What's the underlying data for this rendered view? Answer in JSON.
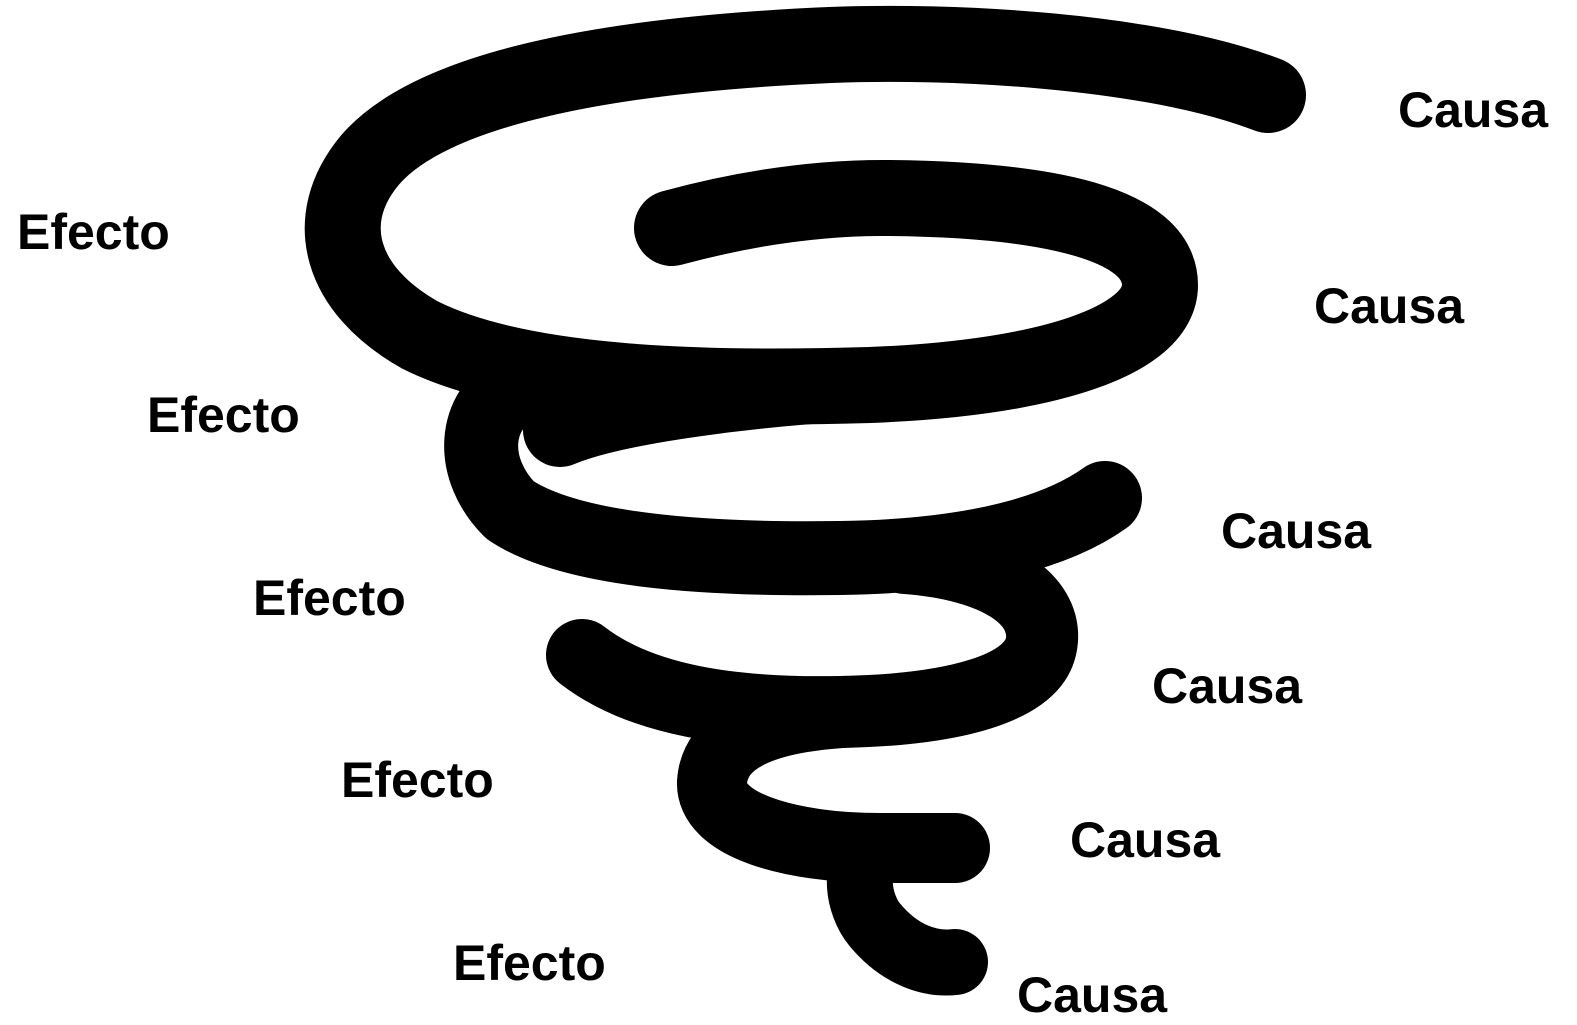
{
  "diagram": {
    "stroke_color": "#000000",
    "background_color": "#ffffff",
    "shape": "tornado-spiral",
    "left_labels": [
      "Efecto",
      "Efecto",
      "Efecto",
      "Efecto",
      "Efecto"
    ],
    "right_labels": [
      "Causa",
      "Causa",
      "Causa",
      "Causa",
      "Causa",
      "Causa"
    ]
  }
}
